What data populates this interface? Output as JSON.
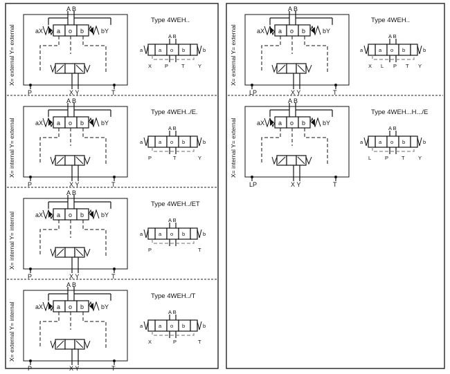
{
  "left_panel": {
    "rows": [
      {
        "type_label": "Type 4WEH..",
        "vertical_label": "X= external  Y= external",
        "main": {
          "top": "A B",
          "left": "aX",
          "right": "bY",
          "a": "a",
          "o": "o",
          "b": "b",
          "bottom_p": "P",
          "bottom_xy": "X Y",
          "bottom_t": "T"
        },
        "simple": {
          "top": "A B",
          "left_a": "a",
          "right_b": "b",
          "a": "a",
          "o": "o",
          "b": "b",
          "bot": [
            "X",
            "P",
            "T",
            "Y"
          ]
        }
      },
      {
        "type_label": "Type 4WEH../E.",
        "vertical_label": "X= internal  Y= external",
        "main": {
          "top": "A B",
          "left": "aX",
          "right": "bY",
          "a": "a",
          "o": "o",
          "b": "b",
          "bottom_p": "P",
          "bottom_xy": "X Y",
          "bottom_t": "T"
        },
        "simple": {
          "top": "A B",
          "left_a": "a",
          "right_b": "b",
          "a": "a",
          "o": "o",
          "b": "b",
          "bot": [
            "P",
            "T",
            "Y"
          ]
        }
      },
      {
        "type_label": "Type 4WEH../ET",
        "vertical_label": "X= internal  Y= internal",
        "main": {
          "top": "A B",
          "left": "aX",
          "right": "bY",
          "a": "a",
          "o": "o",
          "b": "b",
          "bottom_p": "P",
          "bottom_xy": "X Y",
          "bottom_t": "T"
        },
        "simple": {
          "top": "A B",
          "left_a": "a",
          "right_b": "b",
          "a": "a",
          "o": "o",
          "b": "b",
          "bot": [
            "P",
            "T"
          ]
        }
      },
      {
        "type_label": "Type 4WEH../T",
        "vertical_label": "X= external  Y= internal",
        "main": {
          "top": "A B",
          "left": "aX",
          "right": "bY",
          "a": "a",
          "o": "o",
          "b": "b",
          "bottom_p": "P",
          "bottom_xy": "X Y",
          "bottom_t": "T"
        },
        "simple": {
          "top": "A B",
          "left_a": "a",
          "right_b": "b",
          "a": "a",
          "o": "o",
          "b": "b",
          "bot": [
            "X",
            "P",
            "T"
          ]
        }
      }
    ]
  },
  "right_panel": {
    "rows": [
      {
        "type_label": "Type 4WEH..",
        "vertical_label": "X= external  Y= external",
        "main": {
          "top": "A B",
          "left": "aX",
          "right": "bY",
          "a": "a",
          "o": "o",
          "b": "b",
          "bottom_p": "LP",
          "bottom_xy": "X Y",
          "bottom_t": "T"
        },
        "simple": {
          "top": "A B",
          "left_a": "a",
          "right_b": "b",
          "a": "a",
          "o": "o",
          "b": "b",
          "bot": [
            "X",
            "L",
            "P",
            "T",
            "Y"
          ]
        }
      },
      {
        "type_label": "Type 4WEH...H.../E",
        "vertical_label": "X= internal  Y= external",
        "main": {
          "top": "A B",
          "left": "aX",
          "right": "bY",
          "a": "a",
          "o": "o",
          "b": "b",
          "bottom_p": "LP",
          "bottom_xy": "X Y",
          "bottom_t": "T"
        },
        "simple": {
          "top": "A B",
          "left_a": "a",
          "right_b": "b",
          "a": "a",
          "o": "o",
          "b": "b",
          "bot": [
            "L",
            "P",
            "T",
            "Y"
          ]
        }
      }
    ]
  }
}
